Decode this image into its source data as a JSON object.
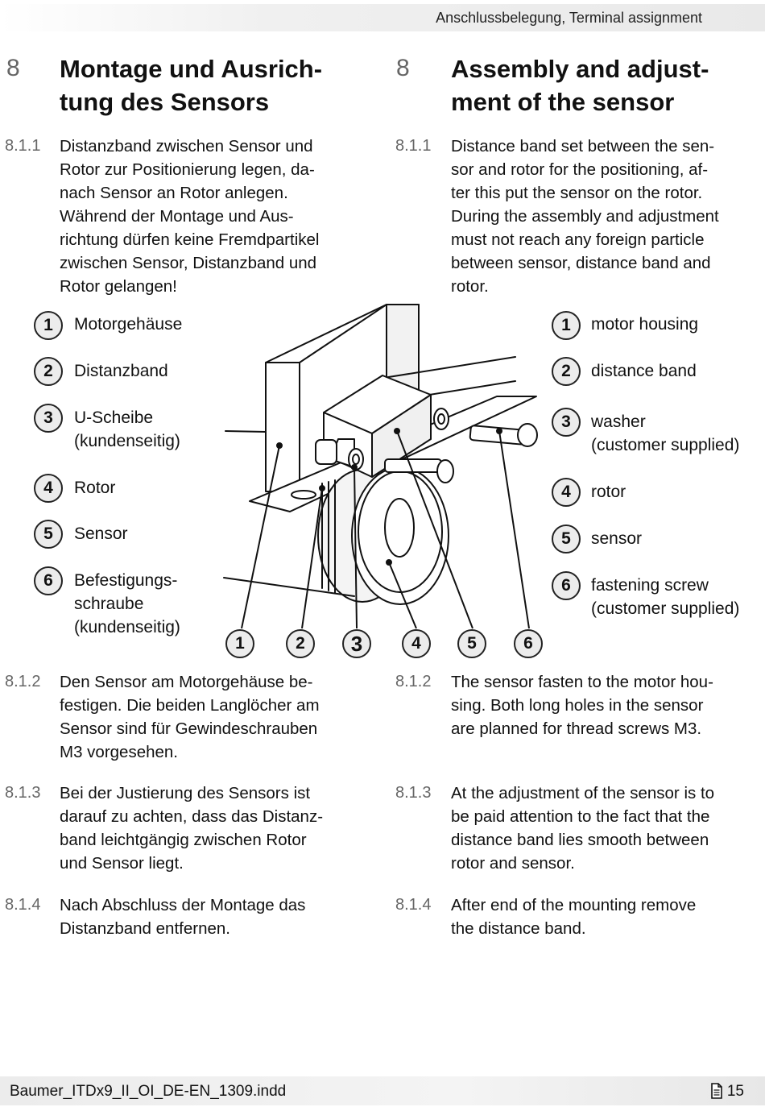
{
  "header": {
    "title": "Anschlussbelegung, Terminal assignment"
  },
  "de": {
    "section_number": "8",
    "title_line1": "Montage und Ausrich-",
    "title_line2": "tung des Sensors",
    "steps": [
      {
        "num": "8.1.1",
        "lines": [
          "Distanzband zwischen Sensor und",
          "Rotor zur Positionierung legen, da-",
          "nach Sensor an Rotor anlegen.",
          "Während der Montage und Aus-",
          "richtung dürfen keine Fremdpartikel",
          "zwischen Sensor, Distanzband und",
          "Rotor gelangen!"
        ]
      },
      {
        "num": "8.1.2",
        "lines": [
          "Den Sensor am Motorgehäuse be-",
          "festigen. Die beiden Langlöcher am",
          "Sensor sind für Gewindeschrauben",
          "M3 vorgesehen."
        ]
      },
      {
        "num": "8.1.3",
        "lines": [
          "Bei der Justierung des Sensors ist",
          "darauf zu achten, dass das Distanz-",
          "band leichtgängig zwischen Rotor",
          "und Sensor liegt."
        ]
      },
      {
        "num": "8.1.4",
        "lines": [
          "Nach Abschluss der Montage das",
          "Distanzband entfernen."
        ]
      }
    ],
    "legend": [
      {
        "n": "1",
        "lines": [
          "Motorgehäuse"
        ]
      },
      {
        "n": "2",
        "lines": [
          "Distanzband"
        ]
      },
      {
        "n": "3",
        "lines": [
          "U-Scheibe",
          "(kundenseitig)"
        ]
      },
      {
        "n": "4",
        "lines": [
          "Rotor"
        ]
      },
      {
        "n": "5",
        "lines": [
          "Sensor"
        ]
      },
      {
        "n": "6",
        "lines": [
          "Befestigungs-",
          "schraube",
          "(kundenseitig)"
        ]
      }
    ]
  },
  "en": {
    "section_number": "8",
    "title_line1": "Assembly and adjust-",
    "title_line2": "ment of the sensor",
    "steps": [
      {
        "num": "8.1.1",
        "lines": [
          "Distance band set between the sen-",
          "sor and rotor for the positioning, af-",
          "ter this put the sensor on the rotor.",
          "During the assembly and adjustment",
          "must not reach any foreign particle",
          "between sensor, distance band and",
          "rotor."
        ]
      },
      {
        "num": "8.1.2",
        "lines": [
          "The sensor fasten to the motor hou-",
          "sing. Both long holes in the sensor",
          "are planned for thread screws M3."
        ]
      },
      {
        "num": "8.1.3",
        "lines": [
          "At the adjustment of the sensor is to",
          "be paid attention to the fact that the",
          "distance band lies smooth between",
          "rotor and sensor."
        ]
      },
      {
        "num": "8.1.4",
        "lines": [
          "After end of the mounting remove",
          "the distance band."
        ]
      }
    ],
    "legend": [
      {
        "n": "1",
        "lines": [
          "motor housing"
        ]
      },
      {
        "n": "2",
        "lines": [
          "distance band"
        ]
      },
      {
        "n": "3",
        "lines": [
          "washer",
          "(customer supplied)"
        ]
      },
      {
        "n": "4",
        "lines": [
          "rotor"
        ]
      },
      {
        "n": "5",
        "lines": [
          "sensor"
        ]
      },
      {
        "n": "6",
        "lines": [
          "fastening screw",
          "(customer supplied)"
        ]
      }
    ]
  },
  "figure": {
    "callouts": [
      "1",
      "2",
      "3",
      "4",
      "5",
      "6"
    ]
  },
  "footer": {
    "file": "Baumer_ITDx9_II_OI_DE-EN_1309.indd",
    "page": "15",
    "page_icon": "document-icon"
  }
}
